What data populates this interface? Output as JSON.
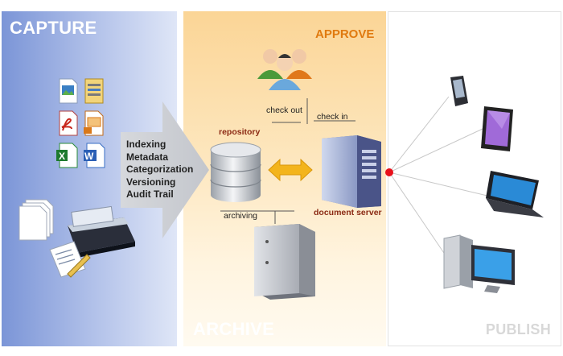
{
  "panels": {
    "capture": "CAPTURE",
    "archive": "ARCHIVE",
    "publish": "PUBLISH",
    "approve": "APPROVE"
  },
  "process_steps": [
    "Indexing",
    "Metadata",
    "Categorization",
    "Versioning",
    "Audit Trail"
  ],
  "labels": {
    "check_out": "check out",
    "check_in": "check in",
    "repository": "repository",
    "archiving": "archiving",
    "document_server": "document server"
  },
  "file_type_icons": [
    {
      "name": "pdf-icon",
      "color": "#c8261c"
    },
    {
      "name": "presentation-icon",
      "color": "#d9781a"
    },
    {
      "name": "excel-icon",
      "color": "#1e7a2e"
    },
    {
      "name": "word-icon",
      "color": "#2b5fb5"
    },
    {
      "name": "image-file-icon",
      "color": "#3a7fc4"
    },
    {
      "name": "zip-file-icon",
      "color": "#d9a81a"
    }
  ],
  "publish_devices": [
    "smartphone-icon",
    "tablet-icon",
    "laptop-icon",
    "desktop-computer-icon"
  ],
  "colors": {
    "capture_blue": "#7b95d7",
    "archive_orange": "#fbd596",
    "approve_orange": "#e07a10",
    "hub_red": "#e8101a",
    "label_brown": "#8b2a14"
  }
}
